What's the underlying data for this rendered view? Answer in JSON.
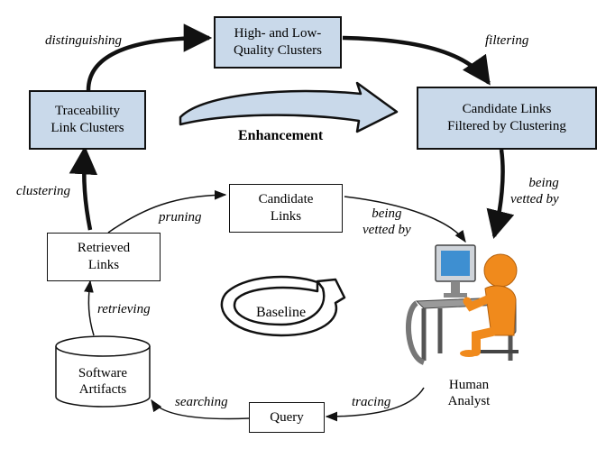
{
  "nodes": {
    "high_low_clusters": [
      "High- and Low-",
      "Quality Clusters"
    ],
    "traceability_clusters": [
      "Traceability",
      "Link Clusters"
    ],
    "candidate_filtered": [
      "Candidate Links",
      "Filtered by Clustering"
    ],
    "candidate_links": [
      "Candidate",
      "Links"
    ],
    "retrieved_links": [
      "Retrieved",
      "Links"
    ],
    "software_artifacts": [
      "Software",
      "Artifacts"
    ],
    "query": "Query",
    "human_analyst": [
      "Human",
      "Analyst"
    ]
  },
  "edge_labels": {
    "distinguishing": "distinguishing",
    "filtering": "filtering",
    "clustering": "clustering",
    "pruning": "pruning",
    "vetted_right": [
      "being",
      "vetted by"
    ],
    "vetted_mid": [
      "being",
      "vetted by"
    ],
    "retrieving": "retrieving",
    "searching": "searching",
    "tracing": "tracing"
  },
  "cycles": {
    "enhancement": "Enhancement",
    "baseline": "Baseline"
  },
  "colors": {
    "box_fill": "#c9d9ea",
    "arrow_fill": "#c9d9ea",
    "figure_orange": "#f08a1c",
    "stroke": "#111111"
  }
}
